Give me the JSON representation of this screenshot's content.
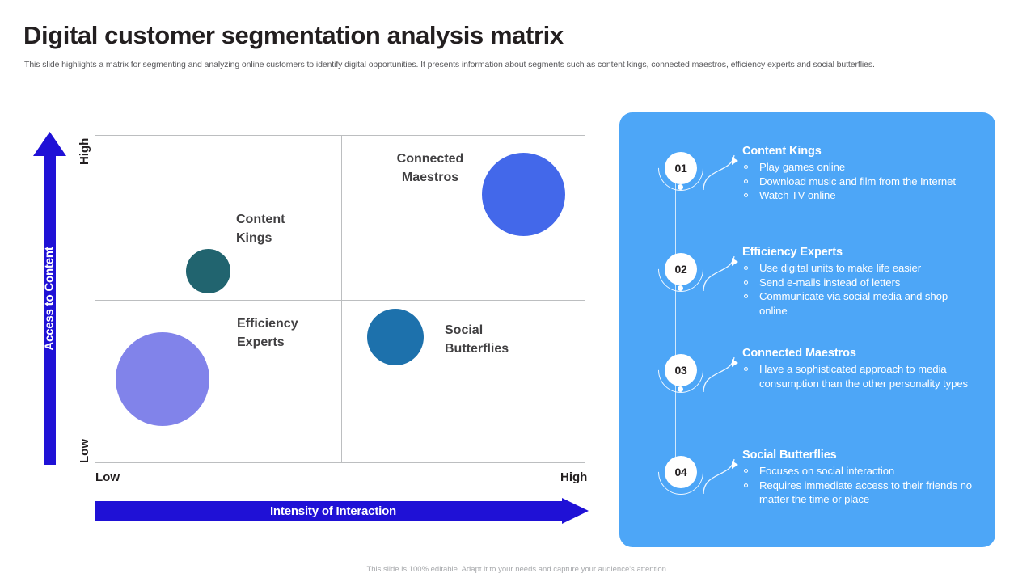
{
  "header": {
    "title": "Digital customer segmentation analysis matrix",
    "subtitle": "This slide highlights a matrix for segmenting and analyzing online customers to identify digital opportunities. It presents information about segments such as content kings, connected maestros, efficiency experts and social butterflies."
  },
  "footer": {
    "note": "This slide is 100% editable. Adapt it to your needs and capture your audience's attention."
  },
  "colors": {
    "axis_blue": "#1f11d6",
    "panel_blue": "#4da6f7",
    "bubble_content_kings": "#21646f",
    "bubble_connected_maestros": "#4368ea",
    "bubble_efficiency_experts": "#8183ea",
    "bubble_social_butterflies": "#1d71ac",
    "grid_line": "#bcbec0",
    "title_text": "#231f20",
    "subtitle_text": "#58585b"
  },
  "chart_data": {
    "type": "scatter",
    "title": "Digital customer segmentation analysis matrix",
    "xlabel": "Intensity of Interaction",
    "ylabel": "Access to Content",
    "x_ticks": [
      "Low",
      "High"
    ],
    "y_ticks": [
      "Low",
      "High"
    ],
    "xlim": [
      0,
      100
    ],
    "ylim": [
      0,
      100
    ],
    "grid": true,
    "quadrants": [
      {
        "name": "Content Kings",
        "position": "top-left"
      },
      {
        "name": "Connected Maestros",
        "position": "top-right"
      },
      {
        "name": "Efficiency Experts",
        "position": "bottom-left"
      },
      {
        "name": "Social Butterflies",
        "position": "bottom-right"
      }
    ],
    "points": [
      {
        "label": "Content Kings",
        "x": 23,
        "y": 59,
        "size": 55,
        "color": "#21646f"
      },
      {
        "label": "Connected Maestros",
        "x": 87,
        "y": 82,
        "size": 103,
        "color": "#4368ea"
      },
      {
        "label": "Efficiency Experts",
        "x": 14,
        "y": 25,
        "size": 116,
        "color": "#8183ea"
      },
      {
        "label": "Social Butterflies",
        "x": 61,
        "y": 39,
        "size": 70,
        "color": "#1d71ac"
      }
    ]
  },
  "matrix": {
    "y_axis_label": "Access to Content",
    "x_axis_label": "Intensity of Interaction",
    "y_tick_high": "High",
    "y_tick_low": "Low",
    "x_tick_low": "Low",
    "x_tick_high": "High",
    "quad_labels": [
      "Content\nKings",
      "Connected\nMaestros",
      "Efficiency\nExperts",
      "Social\nButterflies"
    ]
  },
  "panel": {
    "steps": [
      {
        "number": "01",
        "heading": "Content Kings",
        "items": [
          "Play games online",
          "Download music and film from the Internet",
          "Watch TV online"
        ]
      },
      {
        "number": "02",
        "heading": "Efficiency Experts",
        "items": [
          "Use digital units to make life easier",
          "Send e-mails instead of letters",
          "Communicate via social media and shop online"
        ]
      },
      {
        "number": "03",
        "heading": "Connected Maestros",
        "items": [
          "Have a sophisticated approach to media consumption than the other personality types"
        ]
      },
      {
        "number": "04",
        "heading": "Social Butterflies",
        "items": [
          "Focuses on social interaction",
          "Requires immediate access to their friends no matter the time or place"
        ]
      }
    ]
  }
}
